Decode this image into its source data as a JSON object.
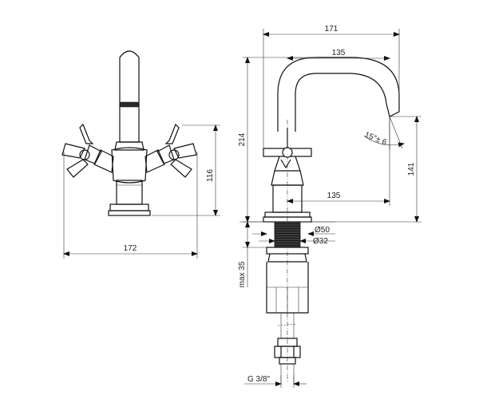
{
  "dimensions": {
    "overall_width_front": "172",
    "height_to_handles": "116",
    "overall_width_side": "171",
    "total_height": "214",
    "spout_reach": "135",
    "spout_outlet_height": "141",
    "outlet_angle": "15°± 6",
    "outer_diameter": "Ø50",
    "mounting_diameter": "Ø32",
    "max_countertop": "max 35",
    "connection_thread": "G 3/8\""
  },
  "colors": {
    "line": "#111111",
    "fill_dark": "#2a2a2a",
    "background": "#ffffff"
  }
}
